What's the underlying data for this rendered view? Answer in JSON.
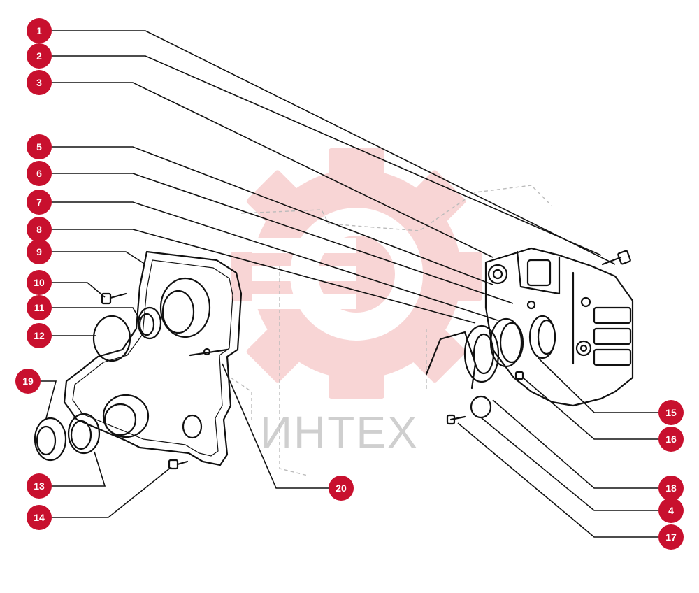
{
  "watermark": {
    "text": "ИНТЕХ",
    "color": "#f4b4b4",
    "text_color": "#cfcfcf"
  },
  "callout_color": "#c8102e",
  "callouts": [
    {
      "id": "1",
      "label": "1"
    },
    {
      "id": "2",
      "label": "2"
    },
    {
      "id": "3",
      "label": "3"
    },
    {
      "id": "4",
      "label": "4"
    },
    {
      "id": "5",
      "label": "5"
    },
    {
      "id": "6",
      "label": "6"
    },
    {
      "id": "7",
      "label": "7"
    },
    {
      "id": "8",
      "label": "8"
    },
    {
      "id": "9",
      "label": "9"
    },
    {
      "id": "10",
      "label": "10"
    },
    {
      "id": "11",
      "label": "11"
    },
    {
      "id": "12",
      "label": "12"
    },
    {
      "id": "13",
      "label": "13"
    },
    {
      "id": "14",
      "label": "14"
    },
    {
      "id": "15",
      "label": "15"
    },
    {
      "id": "16",
      "label": "16"
    },
    {
      "id": "17",
      "label": "17"
    },
    {
      "id": "18",
      "label": "18"
    },
    {
      "id": "19",
      "label": "19"
    },
    {
      "id": "20",
      "label": "20"
    }
  ]
}
